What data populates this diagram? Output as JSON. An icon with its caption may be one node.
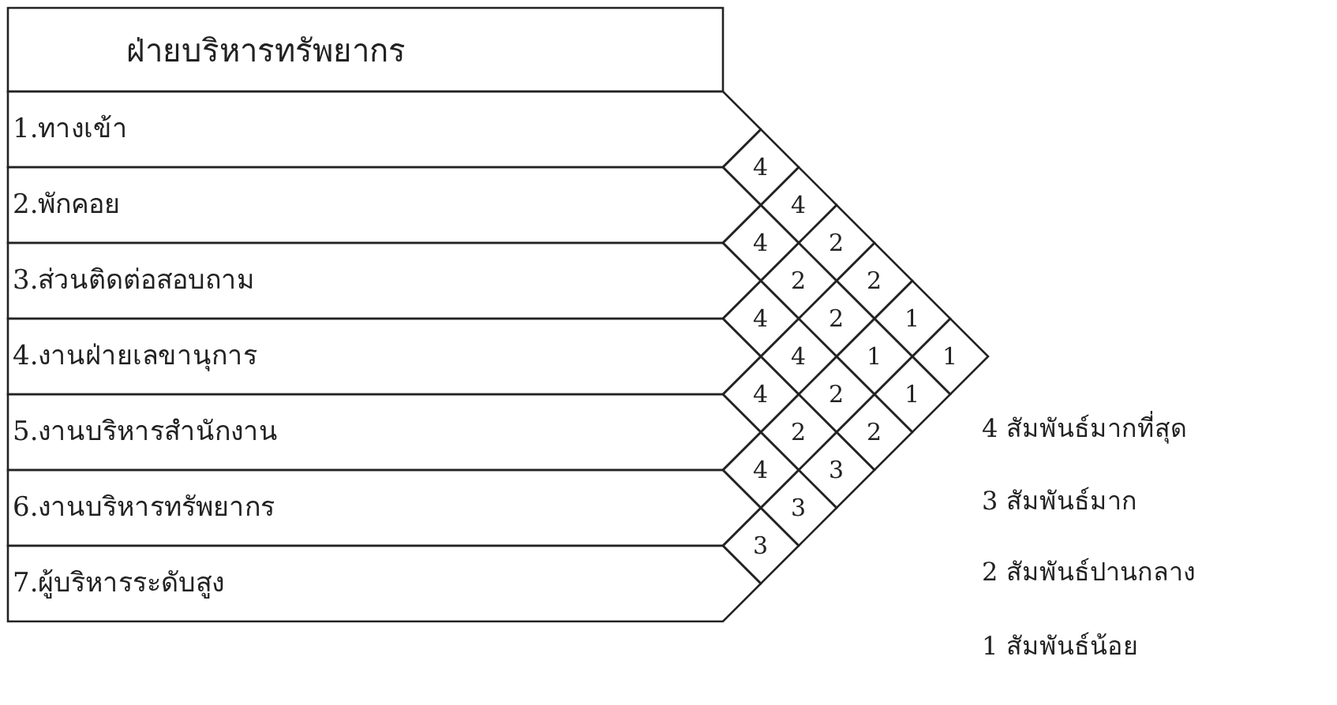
{
  "diagram": {
    "labels": [
      "ฝ่ายบริหารทรัพยากร",
      "1.ทางเข้า",
      "2.พักคอย",
      "3.ส่วนติดต่อสอบถาม",
      "4.งานฝ่ายเลขานุการ",
      "5.งานบริหารสำนักงาน",
      "6.งานบริหารทรัพยากร",
      "7.ผู้บริหารระดับสูง",
      "4",
      "4",
      "2",
      "2",
      "1",
      "1",
      "4",
      "2",
      "2",
      "1",
      "1",
      "4",
      "4",
      "2",
      "2",
      "4",
      "2",
      "3",
      "4",
      "3",
      "3"
    ],
    "legend": [
      {
        "text": "4 สัมพันธ์มากที่สุด"
      },
      {
        "text": "3 สัมพันธ์มาก"
      },
      {
        "text": "2 สัมพันธ์ปานกลาง"
      },
      {
        "text": "1 สัมพันธ์น้อย"
      }
    ]
  }
}
